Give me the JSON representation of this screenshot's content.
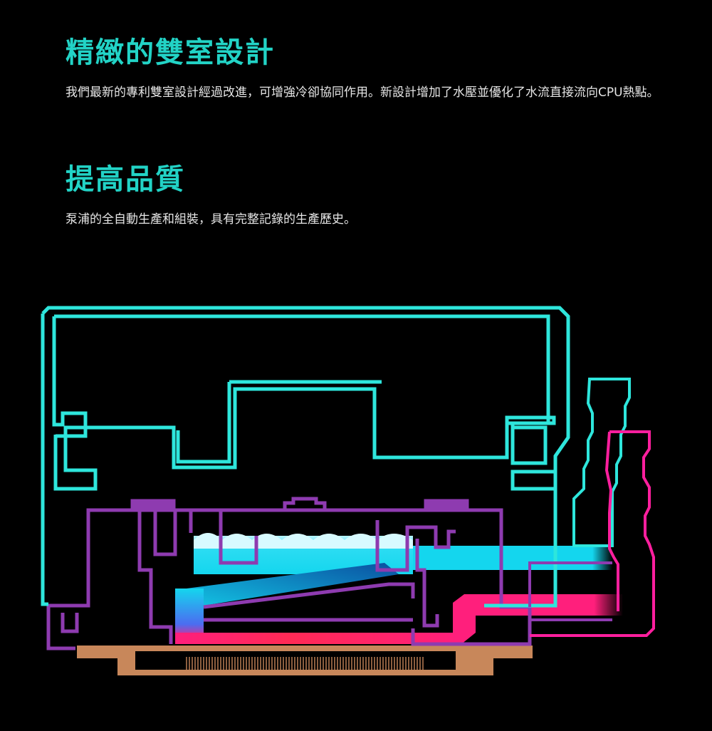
{
  "section1": {
    "title": "精緻的雙室設計",
    "description": "我們最新的專利雙室設計經過改進，可增強冷卻協同作用。新設計增加了水壓並優化了水流直接流向CPU熱點。"
  },
  "section2": {
    "title": "提高品質",
    "description": "泵浦的全自動生產和組裝，具有完整記錄的生產歷史。"
  },
  "diagram": {
    "colors": {
      "housing": "#2ee6dc",
      "chamber": "#8e3bb0",
      "cold_water": "#14d6ee",
      "hot_water": "#ff1f7c",
      "cold_plate": "#c8875a",
      "background": "#000000"
    }
  }
}
